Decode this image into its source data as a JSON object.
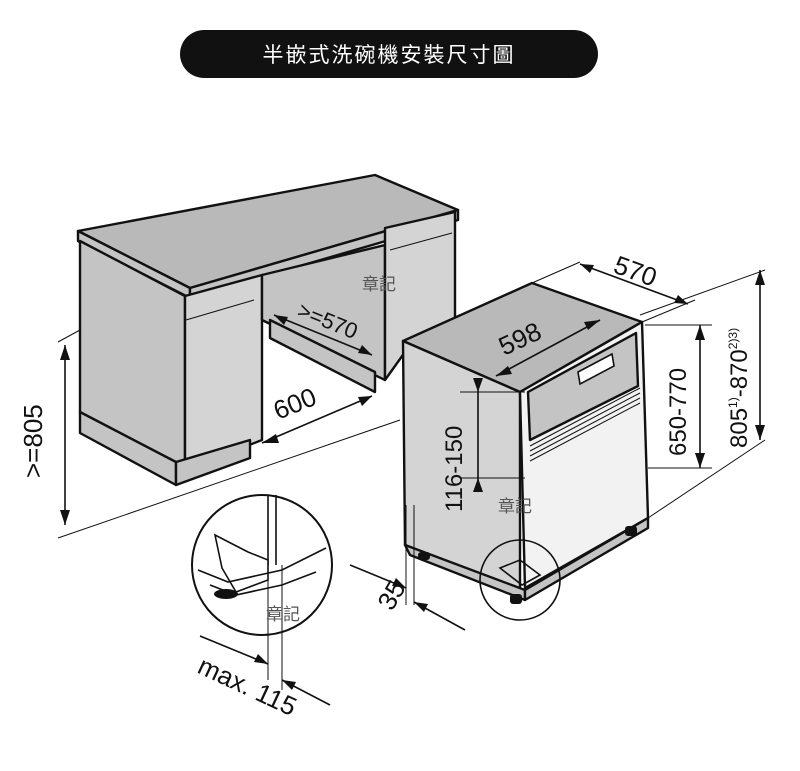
{
  "title": "半嵌式洗碗機安裝尺寸圖",
  "colors": {
    "title_bg": "#111111",
    "title_text": "#ffffff",
    "cabinet_top": "#b9b9b9",
    "cabinet_side": "#c4c4c4",
    "cabinet_front": "#d4d4d4",
    "appliance_face": "#f2f2f2",
    "line": "#111111"
  },
  "dimensions": {
    "min_height": ">=805",
    "niche_depth": ">=570",
    "niche_width": "600",
    "appliance_width": "598",
    "appliance_depth": "570",
    "panel_height": "116-150",
    "body_height": "650-770",
    "total_height_base": "805",
    "total_height_sup1": "1)",
    "total_height_mid": "-870",
    "total_height_sup2": "2)3)",
    "gap": "35",
    "detail_max": "max. 115"
  },
  "watermarks": [
    "章記",
    "章記",
    "章記"
  ]
}
